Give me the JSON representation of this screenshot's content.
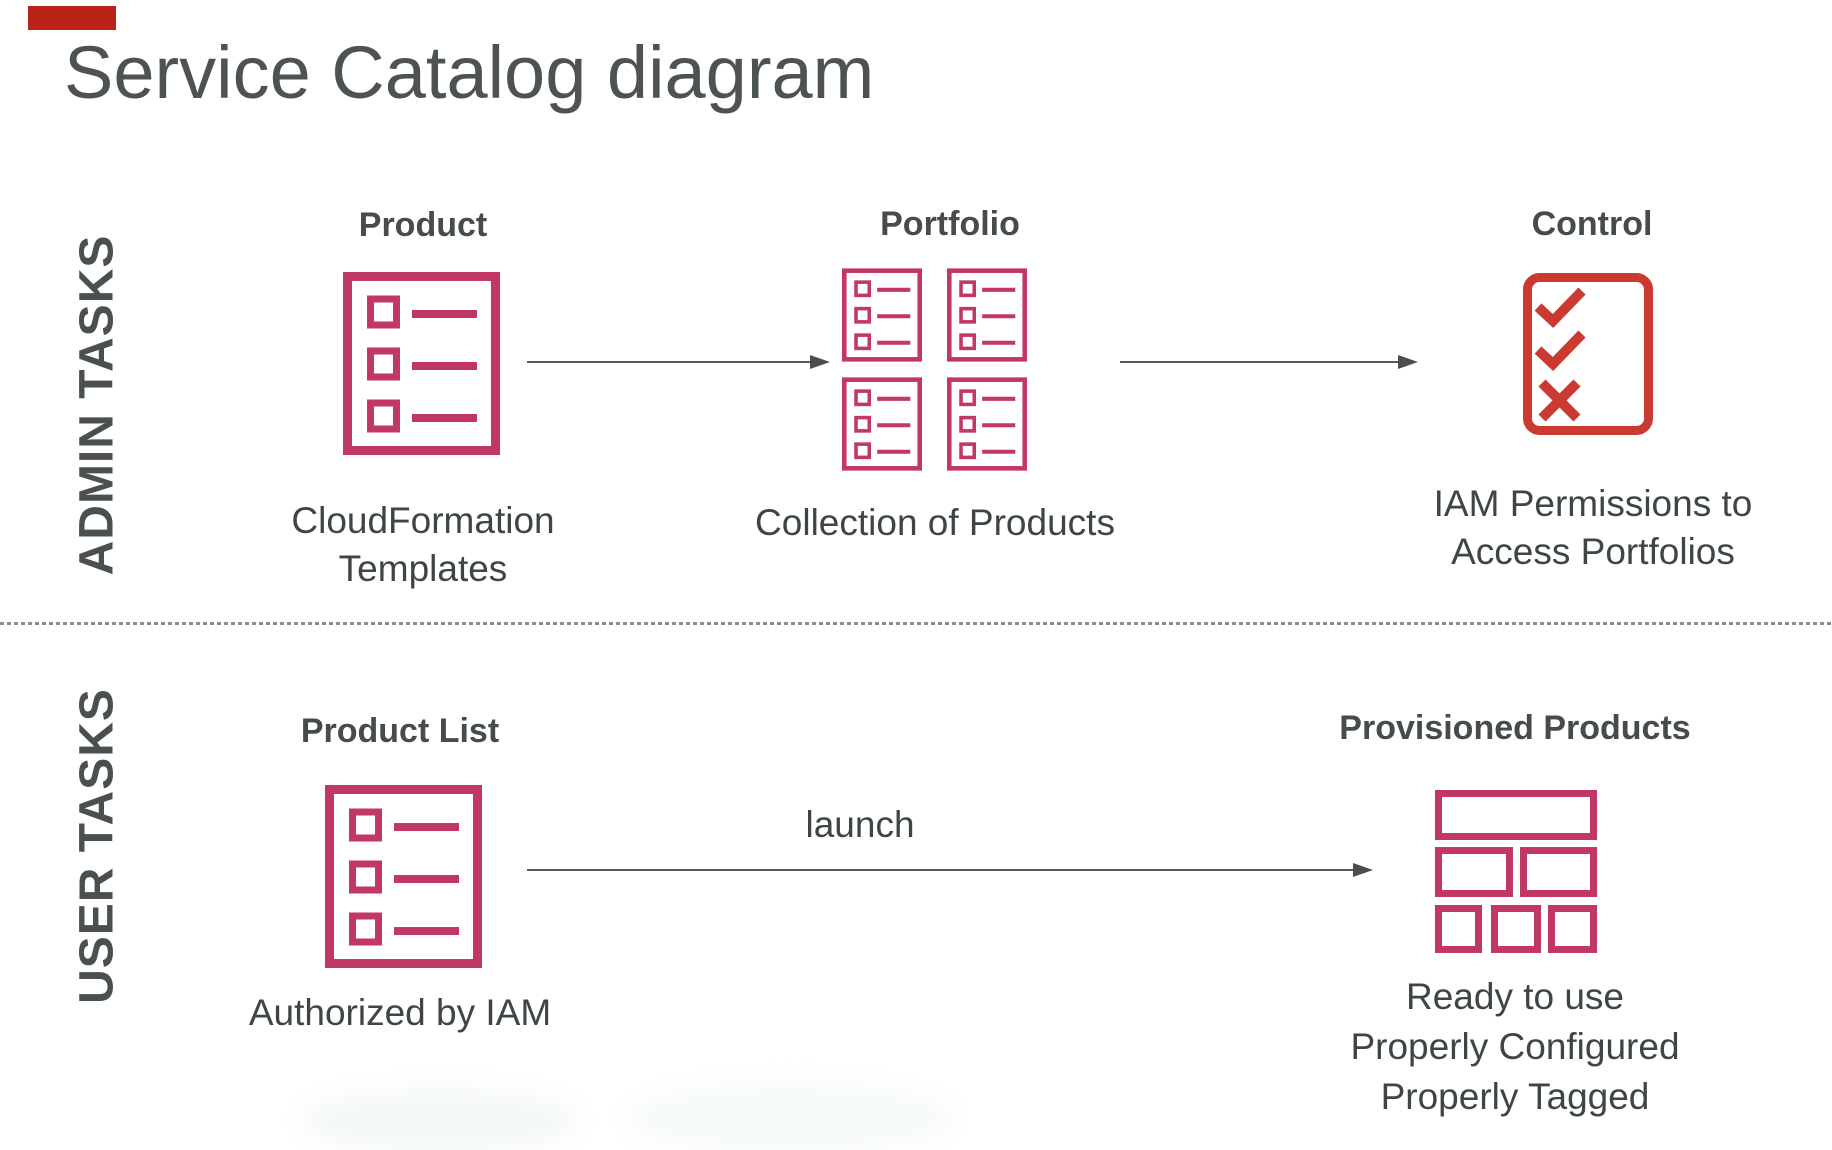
{
  "slide": {
    "title": "Service Catalog diagram"
  },
  "admin_row": {
    "side_label": "ADMIN TASKS",
    "product": {
      "heading": "Product",
      "caption_line1": "CloudFormation",
      "caption_line2": "Templates"
    },
    "portfolio": {
      "heading": "Portfolio",
      "caption": "Collection of Products"
    },
    "control": {
      "heading": "Control",
      "caption_line1": "IAM Permissions to",
      "caption_line2": "Access Portfolios"
    }
  },
  "user_row": {
    "side_label": "USER TASKS",
    "product_list": {
      "heading": "Product List",
      "caption": "Authorized by IAM"
    },
    "launch_arrow_label": "launch",
    "provisioned_products": {
      "heading": "Provisioned Products",
      "caption_line1": "Ready to use",
      "caption_line2": "Properly Configured",
      "caption_line3": "Properly Tagged"
    }
  },
  "icons": {
    "product": "list-document-icon",
    "portfolio": "list-document-grid-icon",
    "control": "checklist-icon",
    "product_list": "list-document-icon",
    "provisioned_products": "brick-grid-icon"
  },
  "colors": {
    "magenta_icon": "#c13767",
    "red_icon": "#cb3a31",
    "dark_text": "#454c4b",
    "title_text": "#4d5352",
    "accent_bar_red": "#b82219",
    "arrow_gray": "#555a59",
    "divider_gray": "#868e8e"
  }
}
